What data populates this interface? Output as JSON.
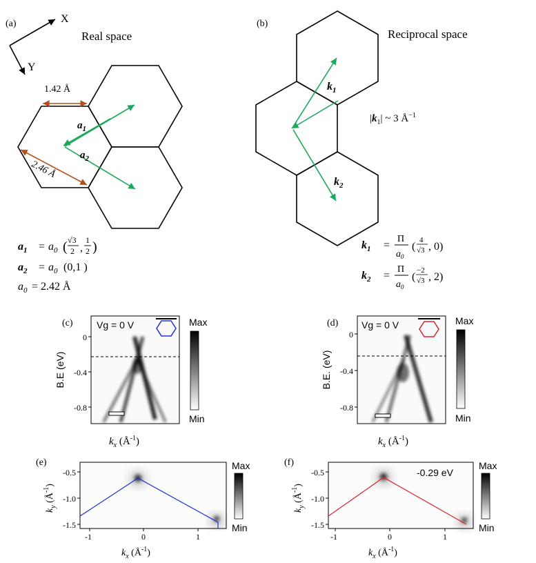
{
  "panel_labels": {
    "a": "(a)",
    "b": "(b)",
    "c": "(c)",
    "d": "(d)",
    "e": "(e)",
    "f": "(f)"
  },
  "panel_a": {
    "title": "Real space",
    "axis_x": "X",
    "axis_y": "Y",
    "bond_length": "1.42 Å",
    "lattice_const_diag": "2.46 Å",
    "vec_a1": "a",
    "vec_a1_sub": "1",
    "vec_a2": "a",
    "vec_a2_sub": "2",
    "eq1_lhs": "a",
    "eq1_sub": "1",
    "eq1_eq": "=",
    "eq1_a0": "a",
    "eq1_a0_sub": "0",
    "eq1_paren_open": "(",
    "eq1_sqrt3": "√3",
    "eq1_den1": "2",
    "eq1_comma": ",",
    "eq1_num2": "1",
    "eq1_den2": "2",
    "eq1_paren_close": ")",
    "eq2_lhs": "a",
    "eq2_sub": "2",
    "eq2_eq": "=",
    "eq2_a0": "a",
    "eq2_a0_sub": "0",
    "eq2_rhs": "(0,1 )",
    "eq3_a0": "a",
    "eq3_a0_sub": "0",
    "eq3_rhs": "= 2.42 Å"
  },
  "panel_b": {
    "title": "Reciprocal space",
    "vec_k1": "k",
    "vec_k1_sub": "1",
    "vec_k2": "k",
    "vec_k2_sub": "2",
    "mag_prefix": "|",
    "mag_k": "k",
    "mag_sub": "1",
    "mag_suffix": "| ~ 3 Å",
    "mag_exp": "−1",
    "eq1_lhs": "k",
    "eq1_sub": "1",
    "eq1_eq": "=",
    "eq1_pi": "Π",
    "eq1_den": "a",
    "eq1_den_sub": "0",
    "eq1_paren_open": "(",
    "eq1_frac_num": "4",
    "eq1_frac_den": "√3",
    "eq1_rest": ", 0)",
    "eq2_lhs": "k",
    "eq2_sub": "2",
    "eq2_eq": "=",
    "eq2_pi": "Π",
    "eq2_den": "a",
    "eq2_den_sub": "0",
    "eq2_paren_open": "(",
    "eq2_frac_num": "−2",
    "eq2_frac_den": "√3",
    "eq2_rest": ", 2)"
  },
  "panel_c": {
    "gate_label": "Vg = 0 V",
    "ylabel": "B.E (eV)",
    "yticks": [
      "0",
      "-0.4",
      "-0.8"
    ],
    "xlabel_k": "k",
    "xlabel_sub": "x",
    "xlabel_unit": " (Å",
    "xlabel_exp": "-1",
    "xlabel_close": ")",
    "colorbar_max": "Max",
    "colorbar_min": "Min",
    "hexagon_color": "#1f2fd6"
  },
  "panel_d": {
    "gate_label": "Vg = 0 V",
    "ylabel": "B.E. (eV)",
    "yticks": [
      "0",
      "-0.4",
      "-0.8"
    ],
    "xlabel_k": "k",
    "xlabel_sub": "x",
    "xlabel_unit": " (Å",
    "xlabel_exp": "-1",
    "xlabel_close": ")",
    "colorbar_max": "Max",
    "colorbar_min": "Min",
    "hexagon_color": "#e0202a"
  },
  "panel_e": {
    "yticks": [
      "-0.5",
      "-1.0",
      "-1.5"
    ],
    "xticks": [
      "-1",
      "0",
      "1"
    ],
    "ylabel_k": "k",
    "ylabel_sub": "y",
    "ylabel_unit": " (Å",
    "ylabel_exp": "-1",
    "ylabel_close": ")",
    "xlabel_k": "k",
    "xlabel_sub": "x",
    "xlabel_unit": " (Å",
    "xlabel_exp": "-1",
    "xlabel_close": ")",
    "colorbar_max": "Max",
    "colorbar_min": "Min",
    "line_color": "#1f2fd6"
  },
  "panel_f": {
    "energy_label": "-0.29 eV",
    "yticks": [
      "-0.5",
      "-1.0",
      "-1.5"
    ],
    "xticks": [
      "-1",
      "0",
      "1"
    ],
    "ylabel_k": "k",
    "ylabel_sub": "y",
    "ylabel_unit": " (Å",
    "ylabel_exp": "-1",
    "ylabel_close": ")",
    "xlabel_k": "k",
    "xlabel_sub": "x",
    "xlabel_unit": " (Å",
    "xlabel_exp": "-1",
    "xlabel_close": ")",
    "colorbar_max": "Max",
    "colorbar_min": "Min",
    "line_color": "#e0202a"
  },
  "colors": {
    "vector_green": "#1aa85a",
    "dimension_brown": "#b5501a",
    "outline": "#000000"
  }
}
